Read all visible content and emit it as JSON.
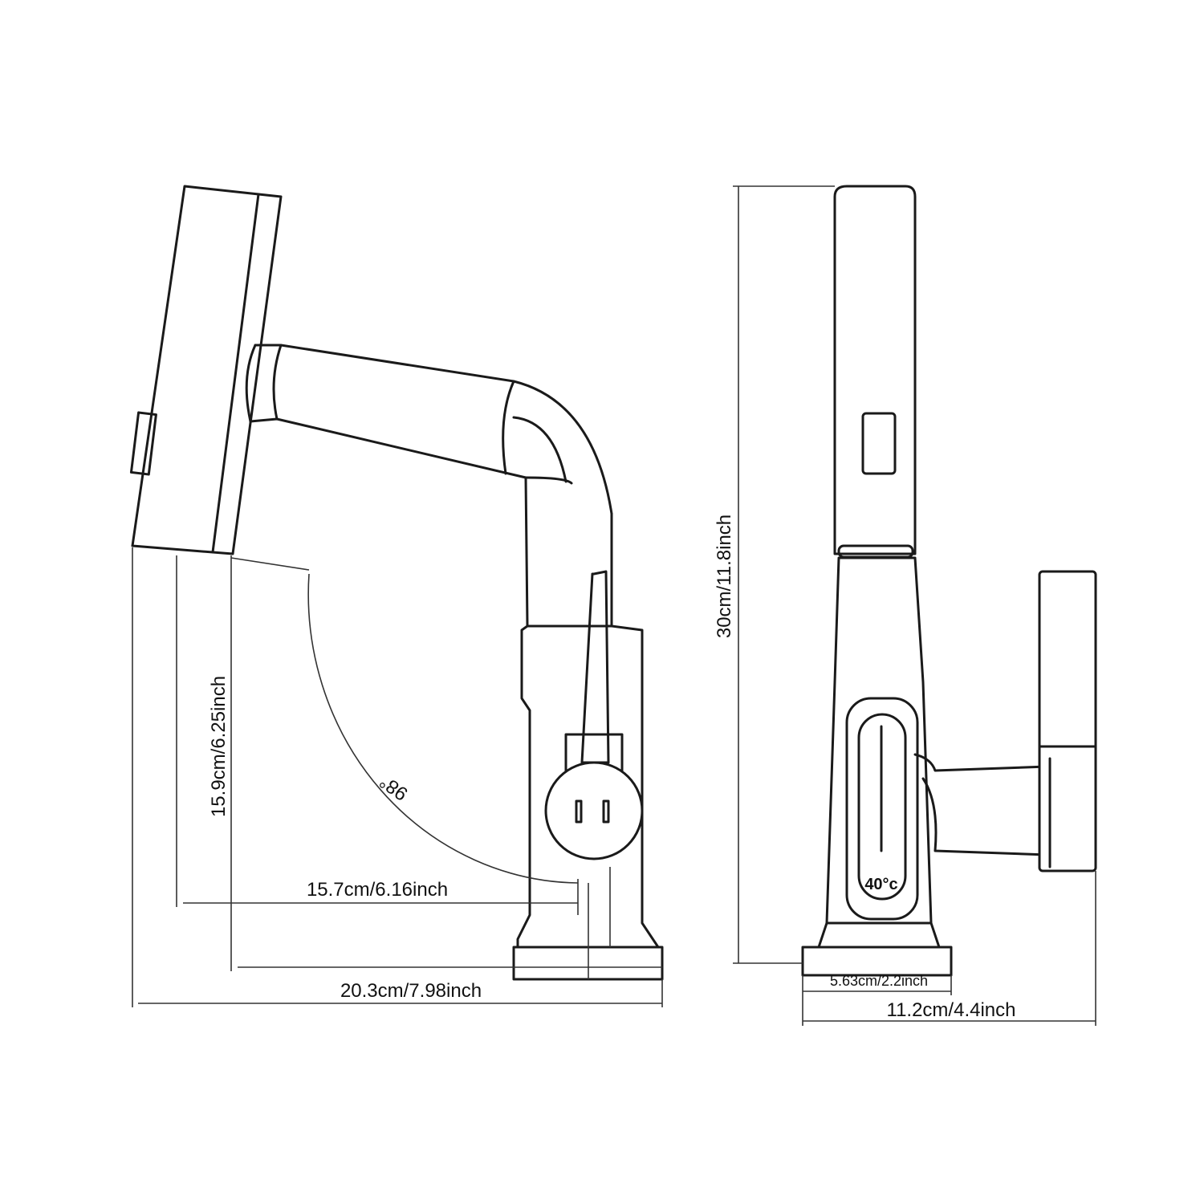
{
  "side_view": {
    "height_label": "15.9cm/6.25inch",
    "reach_label": "15.7cm/6.16inch",
    "length_label": "20.3cm/7.98inch",
    "angle_label": "98°"
  },
  "front_view": {
    "total_height_label": "30cm/11.8inch",
    "base_width_label": "5.63cm/2.2inch",
    "total_width_label": "11.2cm/4.4inch",
    "display_reading": "40°c"
  }
}
